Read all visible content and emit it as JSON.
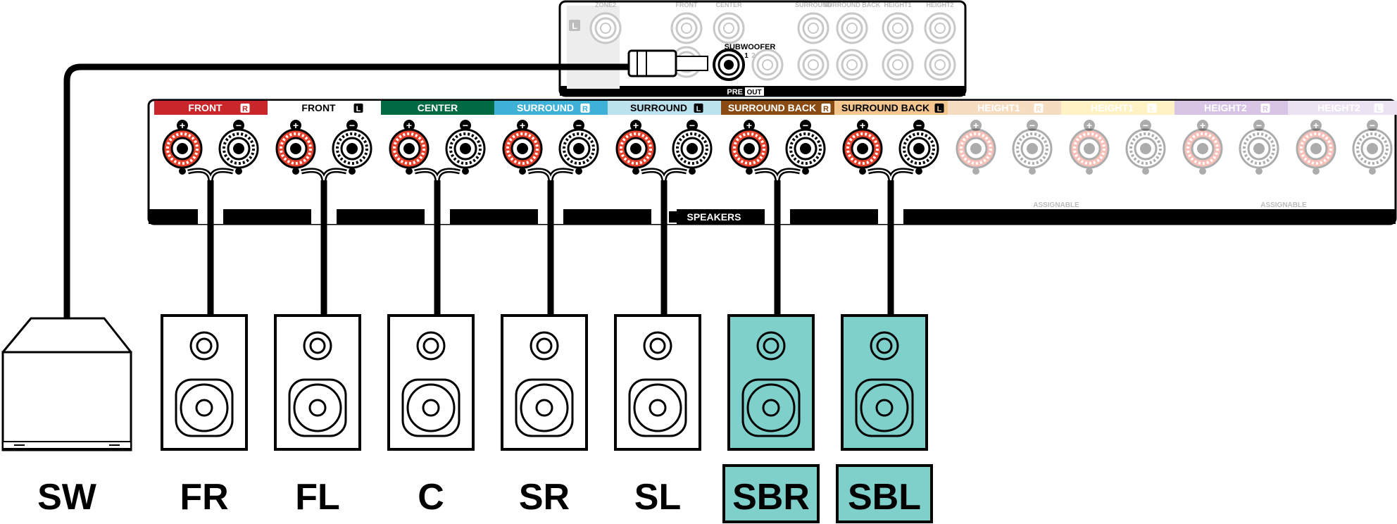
{
  "preout": {
    "zone2_label": "ZONE2",
    "l_badge": "L",
    "top_labels": [
      "FRONT",
      "CENTER",
      "SURROUND",
      "SURROUND BACK",
      "HEIGHT1",
      "HEIGHT2"
    ],
    "subwoofer_label": "SUBWOOFER",
    "sub_num1": "1",
    "sub_num2": "2",
    "pre_label": "PRE",
    "out_label": "OUT"
  },
  "speaker_panel": {
    "speakers_label": "SPEAKERS",
    "assignable_label": "ASSIGNABLE",
    "plus_symbol": "+",
    "minus_symbol": "−",
    "channels": [
      {
        "label": "FRONT",
        "badge": "R",
        "color": "#c8262a",
        "text_color": "#ffffff",
        "connected": true
      },
      {
        "label": "FRONT",
        "badge": "L",
        "color": "#ffffff",
        "text_color": "#000000",
        "connected": true
      },
      {
        "label": "CENTER",
        "badge": "",
        "color": "#006b43",
        "text_color": "#ffffff",
        "connected": true
      },
      {
        "label": "SURROUND",
        "badge": "R",
        "color": "#3fb1d6",
        "text_color": "#ffffff",
        "connected": true
      },
      {
        "label": "SURROUND",
        "badge": "L",
        "color": "#bde2ef",
        "text_color": "#000000",
        "connected": true
      },
      {
        "label": "SURROUND BACK",
        "badge": "R",
        "color": "#8a4b12",
        "text_color": "#ffffff",
        "connected": true
      },
      {
        "label": "SURROUND BACK",
        "badge": "L",
        "color": "#f3c690",
        "text_color": "#000000",
        "connected": true
      },
      {
        "label": "HEIGHT1",
        "badge": "R",
        "color": "#f6dcc0",
        "text_color": "#ffffff",
        "connected": false
      },
      {
        "label": "HEIGHT1",
        "badge": "L",
        "color": "#fff2c4",
        "text_color": "#ffffff",
        "connected": false
      },
      {
        "label": "HEIGHT2",
        "badge": "R",
        "color": "#d8c4e4",
        "text_color": "#ffffff",
        "connected": false
      },
      {
        "label": "HEIGHT2",
        "badge": "L",
        "color": "#ece3f2",
        "text_color": "#ffffff",
        "connected": false
      }
    ]
  },
  "speakers": [
    {
      "label": "SW",
      "highlight": false
    },
    {
      "label": "FR",
      "highlight": false
    },
    {
      "label": "FL",
      "highlight": false
    },
    {
      "label": "C",
      "highlight": false
    },
    {
      "label": "SR",
      "highlight": false
    },
    {
      "label": "SL",
      "highlight": false
    },
    {
      "label": "SBR",
      "highlight": true
    },
    {
      "label": "SBL",
      "highlight": true
    }
  ],
  "colors": {
    "highlight": "#7fcfcb",
    "terminal_red": "#e8412c",
    "line": "#000000"
  }
}
